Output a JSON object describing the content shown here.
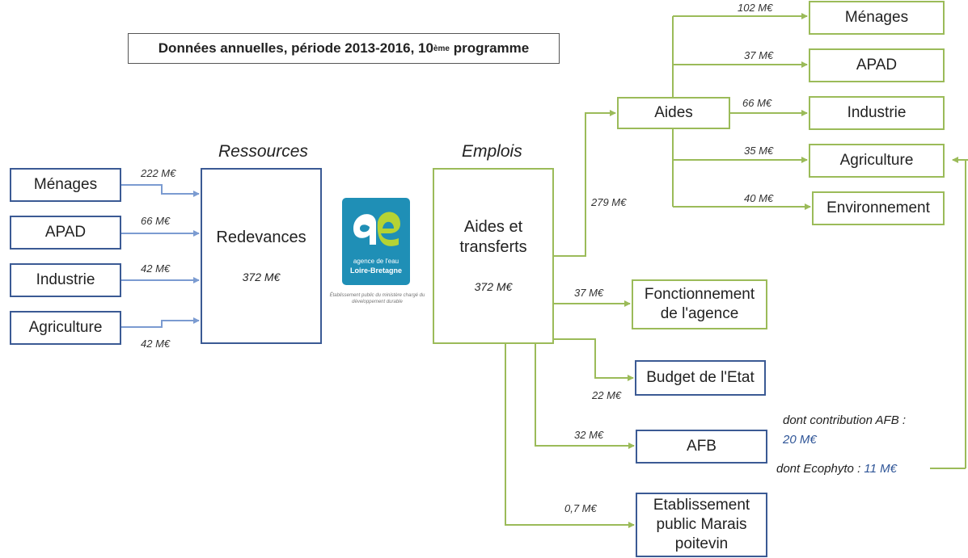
{
  "title": {
    "main": "Données annuelles, période 2013-2016, 10",
    "sup": "ème",
    "after": " programme"
  },
  "headings": {
    "ressources": "Ressources",
    "emplois": "Emplois"
  },
  "sources": [
    {
      "label": "Ménages",
      "amount": "222 M€"
    },
    {
      "label": "APAD",
      "amount": "66 M€"
    },
    {
      "label": "Industrie",
      "amount": "42 M€"
    },
    {
      "label": "Agriculture",
      "amount": "42 M€"
    }
  ],
  "redevances": {
    "label": "Redevances",
    "amount": "372 M€"
  },
  "logo": {
    "line1": "agence de l'eau",
    "line2": "Loire-Bretagne",
    "caption": "Établissement public du ministère chargé du développement durable"
  },
  "emplois_box": {
    "line1": "Aides et",
    "line2": "transferts",
    "amount": "372 M€"
  },
  "aides": {
    "label": "Aides",
    "amount": "279 M€"
  },
  "aides_targets": [
    {
      "label": "Ménages",
      "amount": "102 M€"
    },
    {
      "label": "APAD",
      "amount": "37 M€"
    },
    {
      "label": "Industrie",
      "amount": "66 M€"
    },
    {
      "label": "Agriculture",
      "amount": "35 M€"
    },
    {
      "label": "Environnement",
      "amount": "40 M€"
    }
  ],
  "fonctionnement": {
    "line1": "Fonctionnement",
    "line2": "de l'agence",
    "amount": "37 M€"
  },
  "budget": {
    "label": "Budget de l'Etat",
    "amount": "22 M€"
  },
  "afb": {
    "label": "AFB",
    "amount": "32 M€"
  },
  "marais": {
    "line1": "Etablissement",
    "line2": "public Marais",
    "line3": "poitevin",
    "amount": "0,7 M€"
  },
  "notes": {
    "contrib_label": "dont contribution AFB :",
    "contrib_value": "20 M€",
    "ecophyto_label": "dont Ecophyto : ",
    "ecophyto_value": "11 M€"
  },
  "colors": {
    "blue": "#3b5a94",
    "green": "#9bbb59",
    "logo_bg": "#1f8fb6",
    "logo_accent": "#b5d334",
    "note_value": "#2f5597"
  }
}
